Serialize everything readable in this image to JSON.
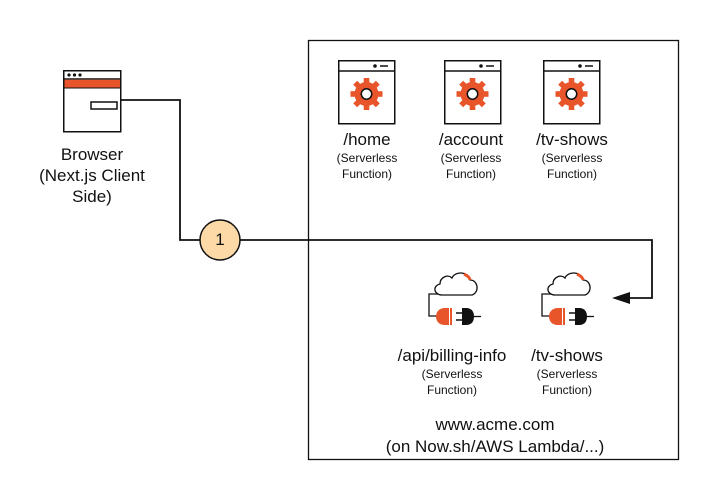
{
  "colors": {
    "accent": "#e8552a",
    "step_fill": "#fcd9a6",
    "stroke": "#111111"
  },
  "browser": {
    "icon": "browser-window-icon",
    "line1": "Browser",
    "line2": "(Next.js Client",
    "line3": "Side)"
  },
  "step": {
    "label": "1"
  },
  "container": {
    "line1": "www.acme.com",
    "line2": "(on Now.sh/AWS Lambda/...)"
  },
  "pages": [
    {
      "route": "/home",
      "type1": "(Serverless",
      "type2": "Function)",
      "icon": "gear-window-icon"
    },
    {
      "route": "/account",
      "type1": "(Serverless",
      "type2": "Function)",
      "icon": "gear-window-icon"
    },
    {
      "route": "/tv-shows",
      "type1": "(Serverless",
      "type2": "Function)",
      "icon": "gear-window-icon"
    }
  ],
  "apis": [
    {
      "route": "/api/billing-info",
      "type1": "(Serverless",
      "type2": "Function)",
      "icon": "cloud-plug-icon"
    },
    {
      "route": "/tv-shows",
      "type1": "(Serverless",
      "type2": "Function)",
      "icon": "cloud-plug-icon"
    }
  ]
}
